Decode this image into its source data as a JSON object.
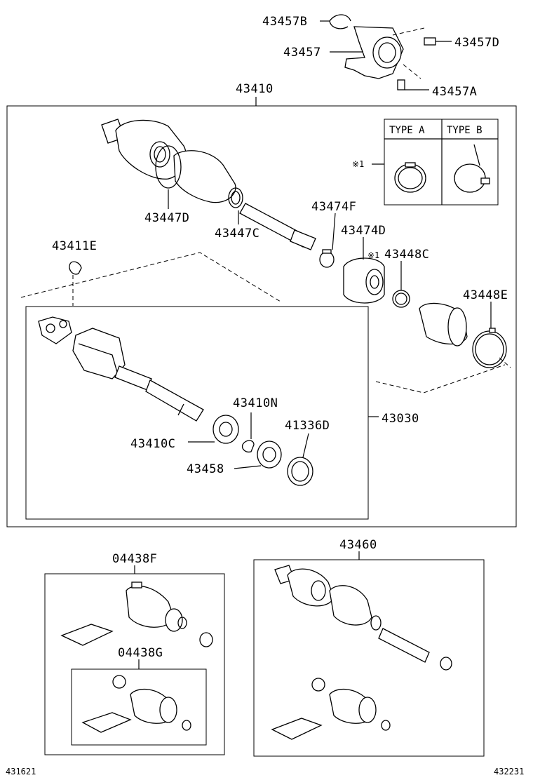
{
  "labels": {
    "p43457B": "43457B",
    "p43457": "43457",
    "p43457D": "43457D",
    "p43457A": "43457A",
    "p43410": "43410",
    "p43447D": "43447D",
    "p43447C": "43447C",
    "p43474F": "43474F",
    "p43474D": "43474D",
    "p43448C": "43448C",
    "p43448E": "43448E",
    "p43411E": "43411E",
    "p43410N": "43410N",
    "p43410C": "43410C",
    "p41336D": "41336D",
    "p43458": "43458",
    "p43030": "43030",
    "p04438F": "04438F",
    "p04438G": "04438G",
    "p43460": "43460"
  },
  "marks": {
    "note_x1": "※1",
    "note_x1_43448C": "※1"
  },
  "type_table": {
    "col_a": "TYPE A",
    "col_b": "TYPE B"
  },
  "footer": {
    "left_code": "431621",
    "right_code": "432231"
  }
}
